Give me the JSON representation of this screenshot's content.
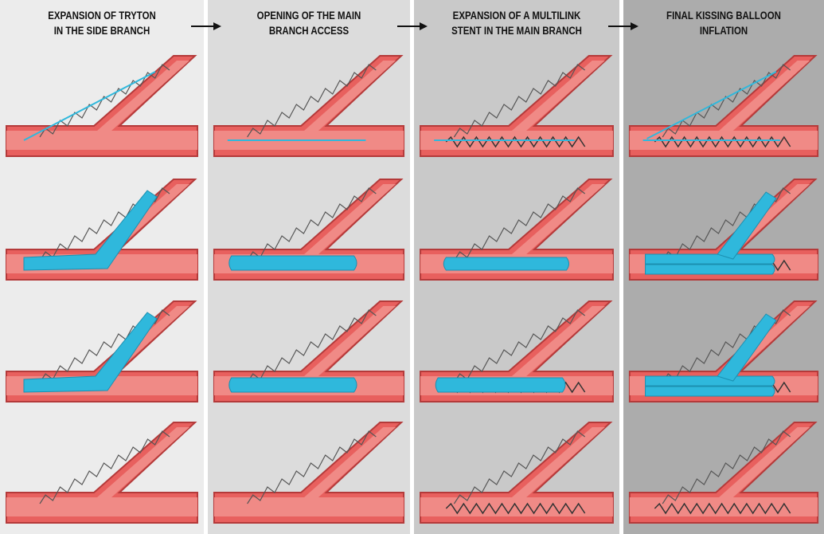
{
  "steps": [
    {
      "title_line1": "EXPANSION OF TRYTON",
      "title_line2": "IN THE SIDE BRANCH",
      "panels": [
        "wire-side",
        "balloon-side",
        "balloon-side",
        "stent-only"
      ]
    },
    {
      "title_line1": "OPENING OF THE MAIN",
      "title_line2": "BRANCH ACCESS",
      "panels": [
        "wire-main",
        "balloon-main",
        "balloon-main",
        "stent-only"
      ]
    },
    {
      "title_line1": "EXPANSION OF A MULTILINK",
      "title_line2": "STENT IN THE MAIN BRANCH",
      "panels": [
        "wire-main",
        "balloon-main-short",
        "balloon-main",
        "double-stent"
      ]
    },
    {
      "title_line1": "FINAL KISSING BALLOON",
      "title_line2": "INFLATION",
      "panels": [
        "wire-both",
        "kissing",
        "kissing",
        "double-stent"
      ]
    }
  ],
  "colors": {
    "vessel": "#e8605e",
    "vessel_edge": "#b43a3a",
    "lumen": "#f08a86",
    "balloon": "#2fb8dc",
    "stent": "#555555"
  }
}
